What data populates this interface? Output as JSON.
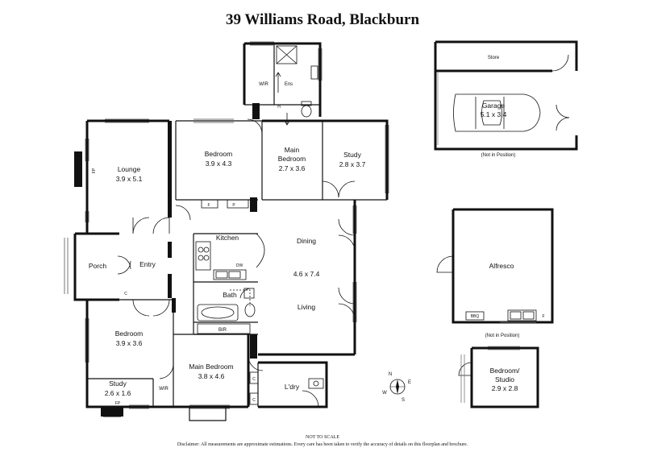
{
  "title": "39 Williams Road, Blackburn",
  "rooms": {
    "lounge": {
      "name": "Lounge",
      "size": "3.9 x 5.1"
    },
    "bedroom_top": {
      "name": "Bedroom",
      "size": "3.9 x 4.3"
    },
    "main_bedroom_top": {
      "name": "Main\nBedroom",
      "name_line1": "Main",
      "name_line2": "Bedroom",
      "size": "2.7 x 3.6"
    },
    "study_top": {
      "name": "Study",
      "size": "2.8 x 3.7"
    },
    "wir_top": "WIR",
    "ens": "Ens",
    "porch": "Porch",
    "entry": "Entry",
    "kitchen": "Kitchen",
    "dining": "Dining",
    "dining_size": "4.6 x 7.4",
    "living": "Living",
    "bath": "Bath",
    "bir": "BIR",
    "bedroom_bottom": {
      "name": "Bedroom",
      "size": "3.9 x 3.6"
    },
    "study_bottom": {
      "name": "Study",
      "size": "2.6 x 1.6"
    },
    "main_bedroom_bottom": {
      "name": "Main Bedroom",
      "size": "3.8 x 4.6"
    },
    "wir_bottom": "WIR",
    "laundry": "L'dry",
    "store": "Store",
    "garage": {
      "name": "Garage",
      "size": "5.1 x 3.4"
    },
    "garage_note": "(Not in Position)",
    "alfresco": "Alfresco",
    "alfresco_note": "(Not in Position)",
    "bedroom_studio": {
      "name_line1": "Bedroom/",
      "name_line2": "Studio",
      "size": "2.9 x 2.8"
    }
  },
  "fixtures": {
    "f1": "F",
    "p": "P",
    "dw": "DW",
    "c1": "C",
    "c2": "C",
    "c3": "C",
    "fp1": "FP",
    "fp2": "FP",
    "bbq": "BBQ",
    "f2": "F",
    "h": "H"
  },
  "compass": {
    "n": "N",
    "e": "E",
    "s": "S",
    "w": "W"
  },
  "footer": {
    "scale": "NOT TO SCALE",
    "disclaimer": "Disclaimer: All measurements are approximate estimations. Every care has been taken to verify the accuracy of details on this floorplan and brochure."
  }
}
